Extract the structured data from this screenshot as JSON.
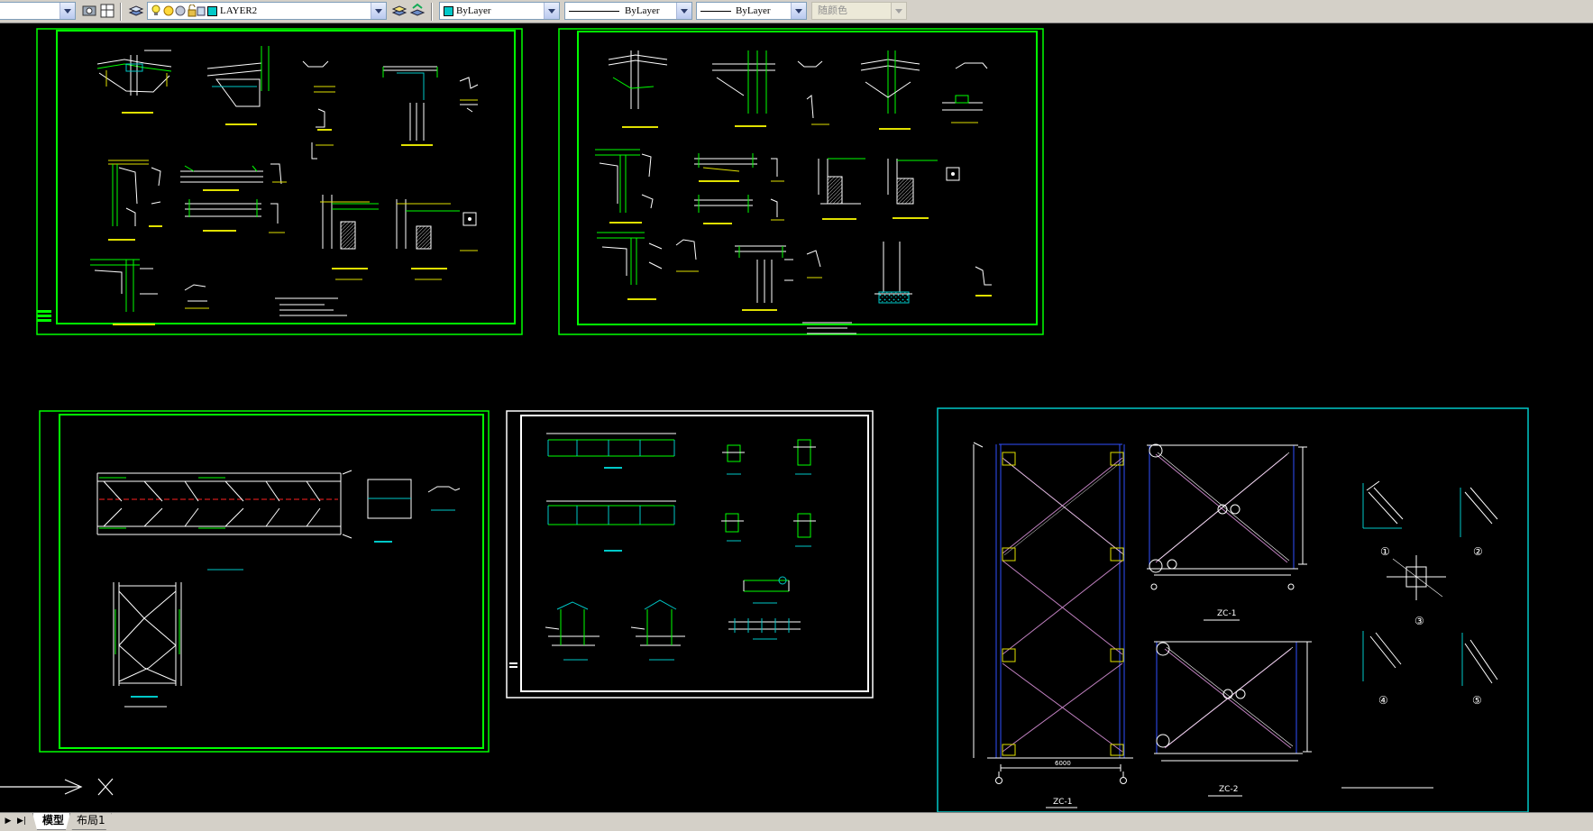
{
  "toolbar": {
    "workspace_value": "",
    "layer_name": "LAYER2",
    "color_value": "ByLayer",
    "linetype_value": "ByLayer",
    "lineweight_value": "ByLayer",
    "plotstyle_value": "随颜色",
    "layer_swatch_color": "#00c8c8",
    "color_swatch_color": "#00c8c8",
    "icons": [
      "layer-properties-icon",
      "layer-state-icon",
      "bulb-icon",
      "sun-icon",
      "lock-icon",
      "layer-swatch-icon",
      "make-current-icon",
      "layer-previous-icon"
    ]
  },
  "layout_tabs": [
    {
      "label": "模型",
      "active": true
    },
    {
      "label": "布局1",
      "active": false
    }
  ],
  "colors": {
    "background": "#000000",
    "frame_green": "#00ff00",
    "frame_white": "#ffffff",
    "frame_cyan": "#00c8c8",
    "drawing_yellow": "#e0e000",
    "drawing_blue": "#3050ff",
    "drawing_magenta": "#c080c0",
    "drawing_red": "#ff2020"
  },
  "sheets": [
    {
      "id": "sheet-1",
      "frame_color": "green"
    },
    {
      "id": "sheet-2",
      "frame_color": "green"
    },
    {
      "id": "sheet-3",
      "frame_color": "green"
    },
    {
      "id": "sheet-4",
      "frame_color": "white"
    },
    {
      "id": "sheet-5",
      "frame_color": "cyan"
    }
  ],
  "sheet5_labels": {
    "zc1": "ZC-1",
    "zc2": "ZC-2",
    "dim_6000": "6000",
    "circle_1": "①",
    "circle_2": "②",
    "circle_3": "③",
    "circle_4": "④",
    "circle_5": "⑤"
  },
  "ucs_icon": "ucs-icon"
}
